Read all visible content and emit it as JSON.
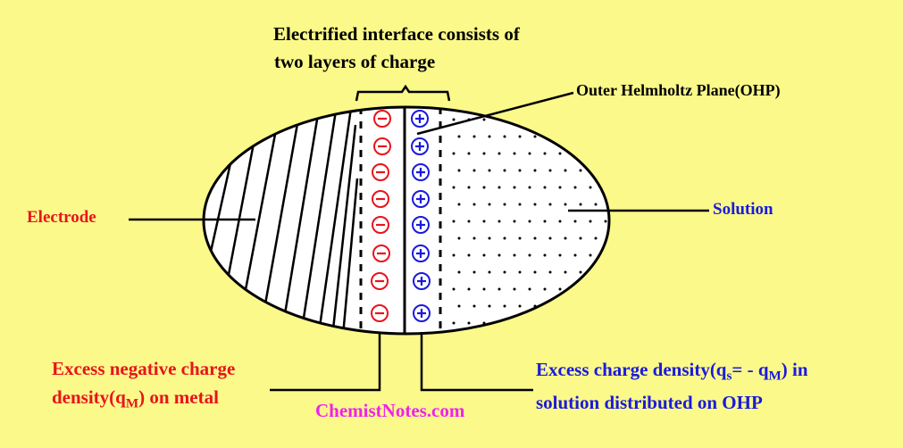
{
  "title": {
    "line1": "Electrified interface consists of",
    "line2": "two layers of charge"
  },
  "labels": {
    "ohp": "Outer Helmholtz Plane(OHP)",
    "electrode": "Electrode",
    "solution": "Solution",
    "excess_negative": {
      "line1": "Excess negative charge",
      "line2_pre": "density(q",
      "line2_sub": "M",
      "line2_post": ") on metal"
    },
    "excess_charge": {
      "line1_pre": "Excess charge density(q",
      "line1_sub1": "s",
      "line1_mid": "= - q",
      "line1_sub2": "M",
      "line1_post": ") in",
      "line2": "solution distributed on OHP"
    },
    "watermark": "ChemistNotes.com"
  },
  "symbols": {
    "negative": "−",
    "positive": "+"
  },
  "colors": {
    "background": "#fbf98a",
    "black": "#000000",
    "red": "#e8141c",
    "blue": "#1a1adc",
    "magenta": "#ee22ee",
    "ellipse_fill": "#ffffff"
  }
}
